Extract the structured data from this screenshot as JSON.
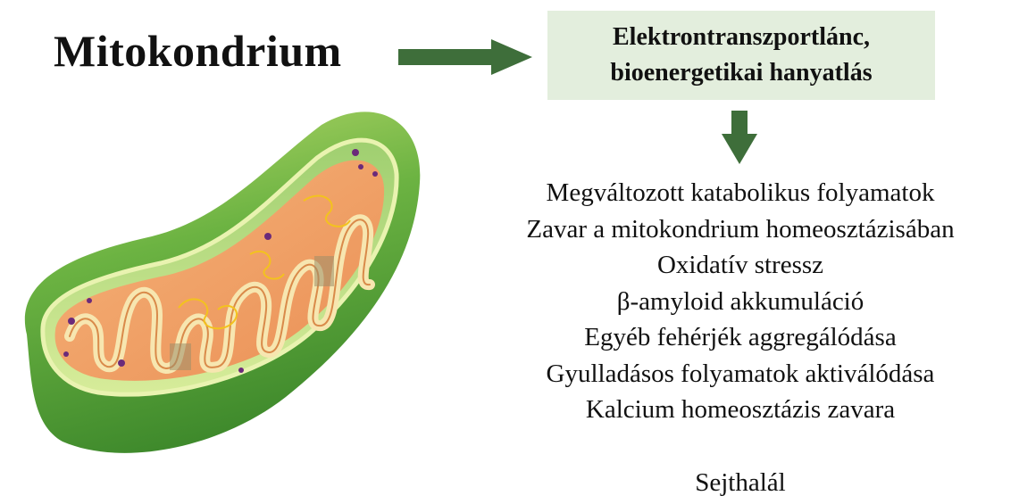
{
  "title": "Mitokondrium",
  "box": {
    "line1": "Elektrontranszportlánc,",
    "line2": "bioenergetikai hanyatlás"
  },
  "effects": [
    "Megváltozott katabolikus folyamatok",
    "Zavar a mitokondrium homeosztázisában",
    "Oxidatív stressz",
    "β-amyloid akkumuláció",
    "Egyéb fehérjék aggregálódása",
    "Gyulladásos folyamatok aktiválódása",
    "Kalcium homeosztázis zavara"
  ],
  "final": "Sejthalál",
  "colors": {
    "arrow": "#3e6e3a",
    "box_fill": "#e3eedd",
    "outer_membrane": "#5aa53a",
    "matrix": "#f0a065",
    "cristae": "#f7e6b0",
    "dna": "#f3c21e",
    "granule": "#6b2a7a"
  },
  "icons": {
    "arrow_right": "arrow-right-icon",
    "arrow_down": "arrow-down-icon",
    "illustration": "mitochondrion-illustration"
  }
}
